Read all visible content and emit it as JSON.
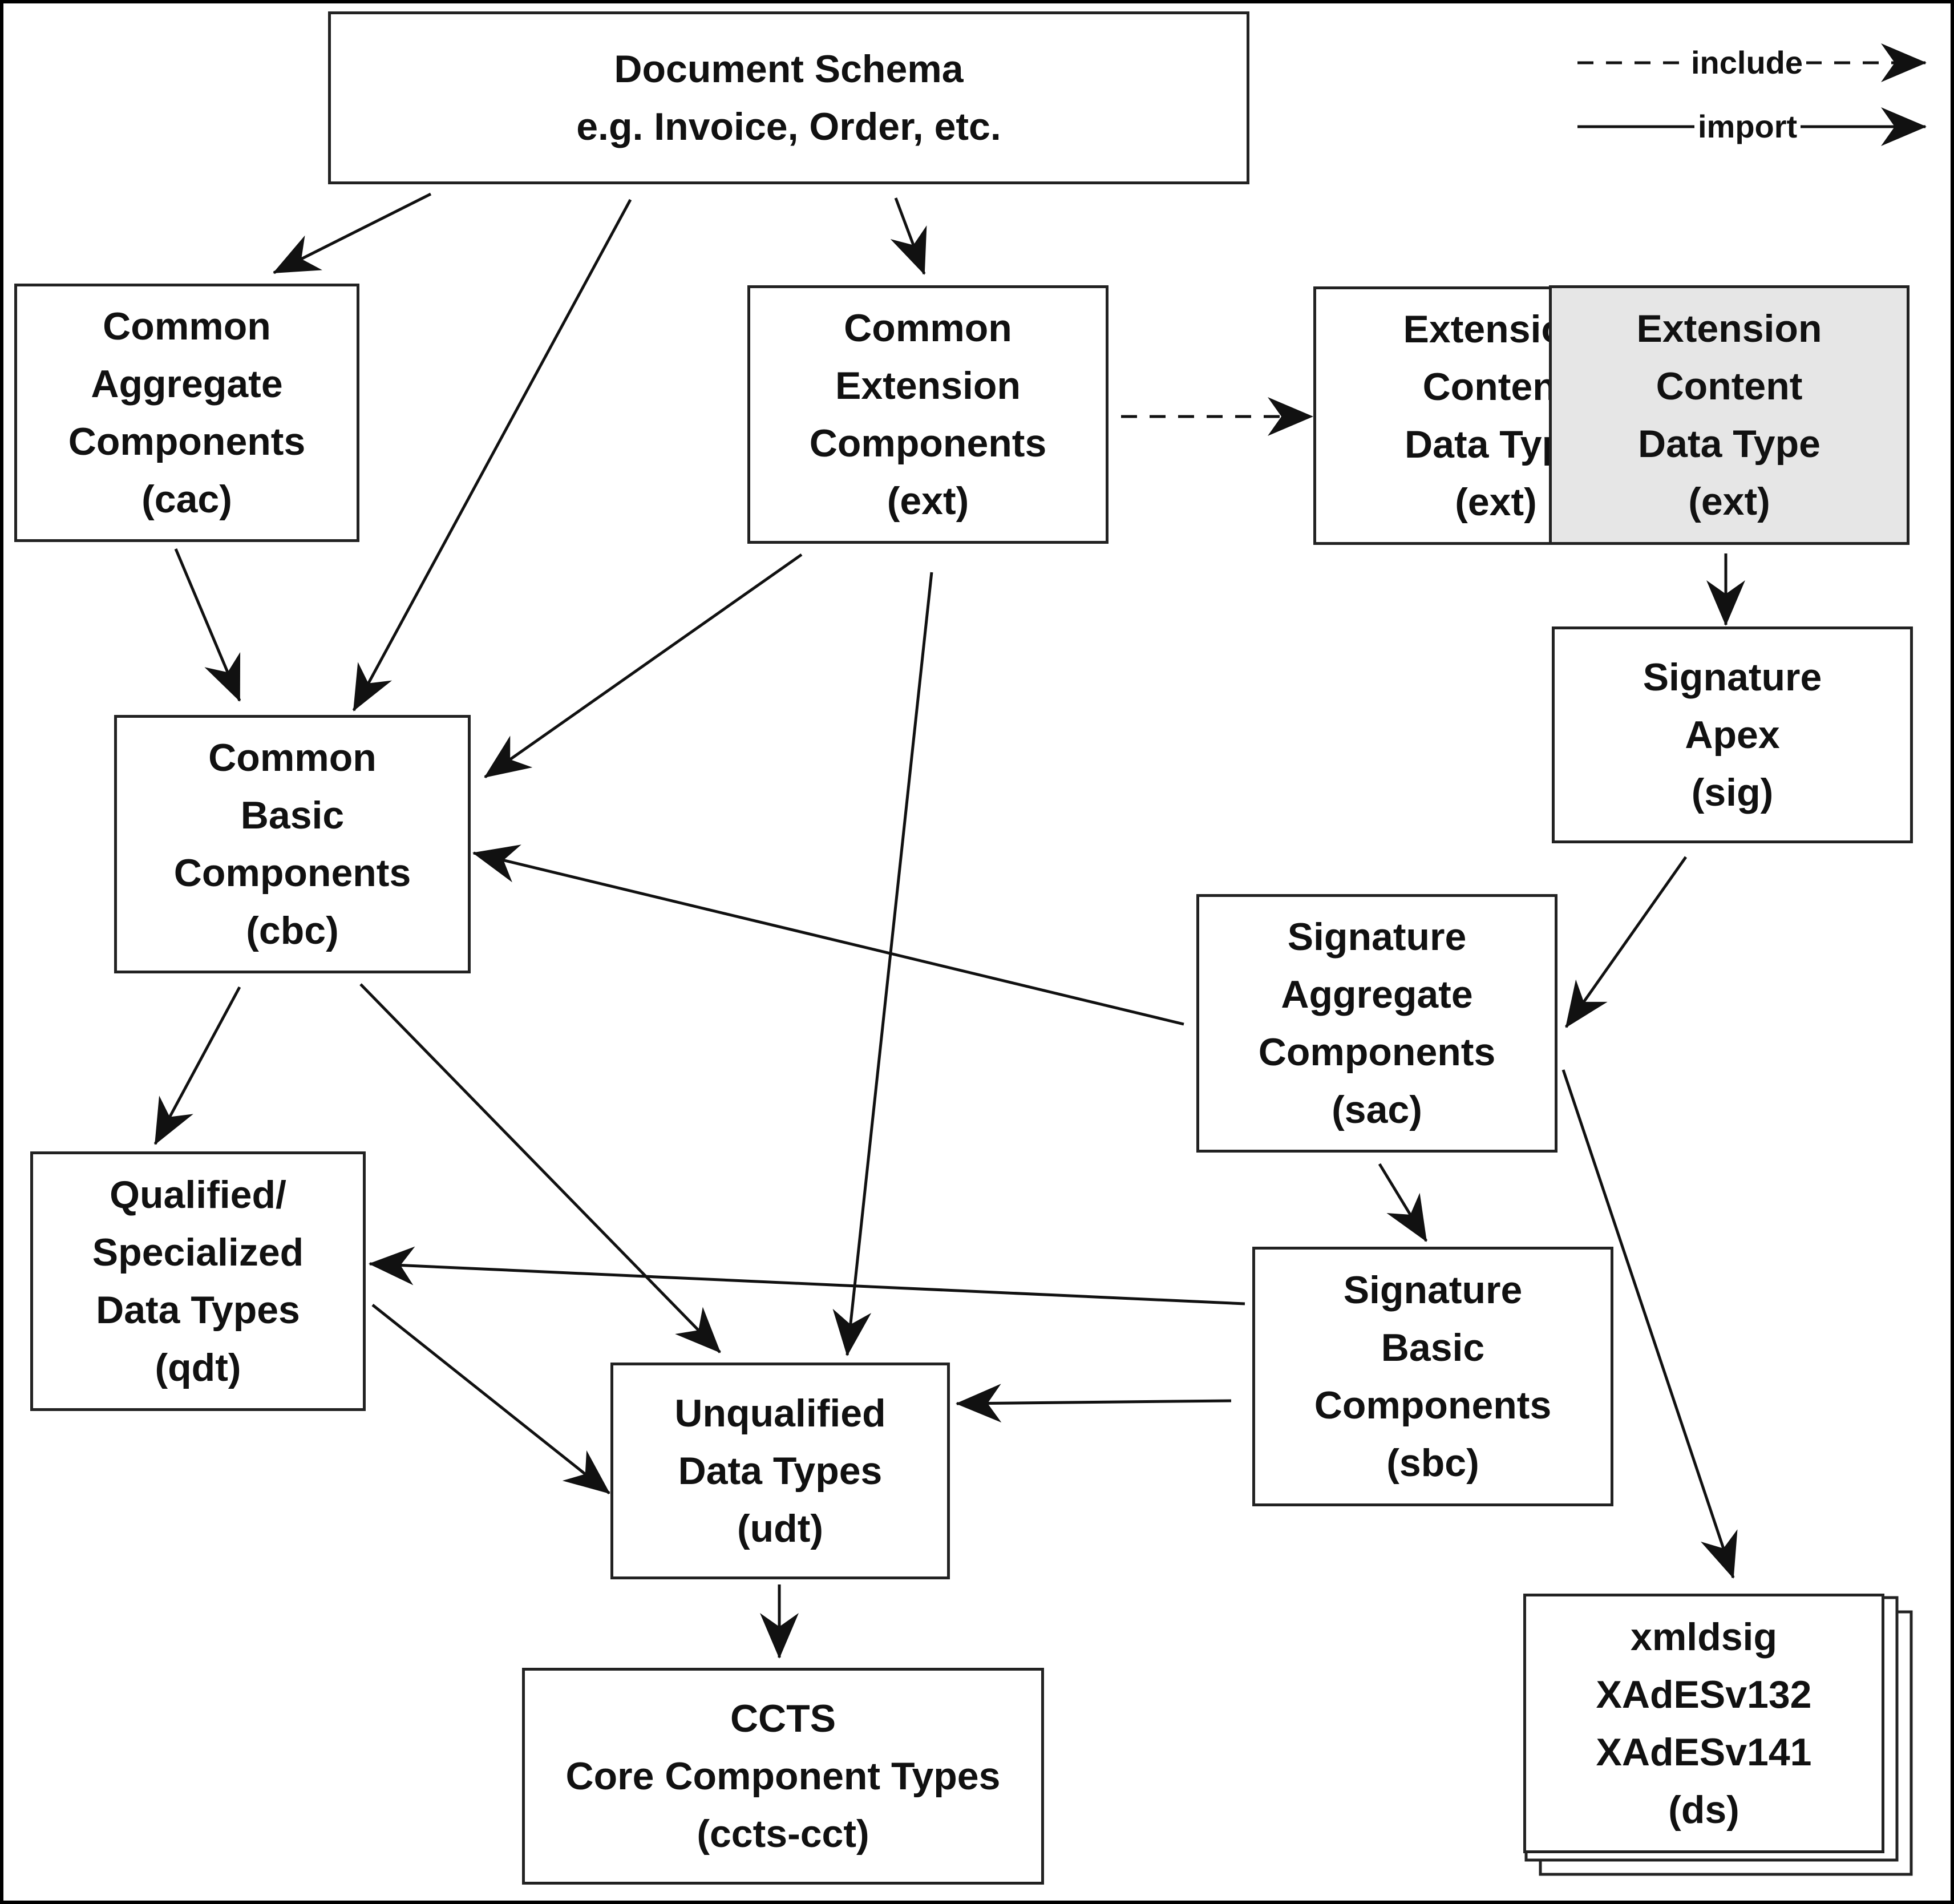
{
  "legend": {
    "include": "include",
    "import": "import"
  },
  "boxes": {
    "document": [
      "Document Schema",
      "e.g. Invoice, Order, etc."
    ],
    "cac": [
      "Common",
      "Aggregate",
      "Components",
      "(cac)"
    ],
    "ext_components": [
      "Common",
      "Extension",
      "Components",
      "(ext)"
    ],
    "ext_content_back": [
      "Extension",
      "Content",
      "Data Type",
      "(ext)"
    ],
    "ext_content": [
      "Extension",
      "Content",
      "Data Type",
      "(ext)"
    ],
    "sig": [
      "Signature",
      "Apex",
      "(sig)"
    ],
    "cbc": [
      "Common",
      "Basic",
      "Components",
      "(cbc)"
    ],
    "sac": [
      "Signature",
      "Aggregate",
      "Components",
      "(sac)"
    ],
    "qdt": [
      "Qualified/",
      "Specialized",
      "Data Types",
      "(qdt)"
    ],
    "sbc": [
      "Signature",
      "Basic",
      "Components",
      "(sbc)"
    ],
    "udt": [
      "Unqualified",
      "Data Types",
      "(udt)"
    ],
    "ccts": [
      "CCTS",
      "Core Component Types",
      "(ccts-cct)"
    ],
    "ds": [
      "xmldsig",
      "XAdESv132",
      "XAdESv141",
      "(ds)"
    ]
  },
  "colors": {
    "line": "#111111",
    "box_border": "#222222",
    "shaded_fill": "#e6e6e6"
  }
}
